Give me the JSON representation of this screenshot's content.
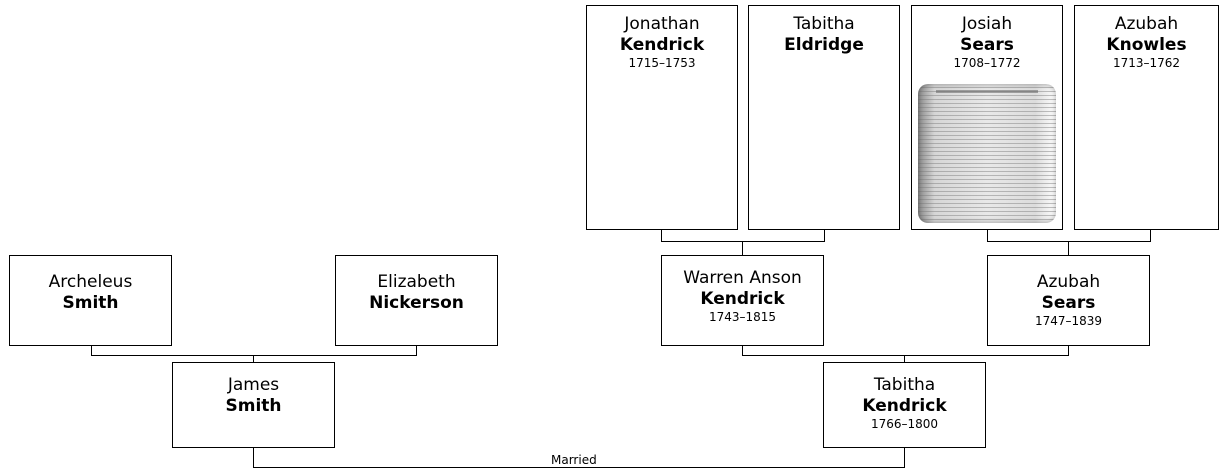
{
  "people": {
    "jonathan_kendrick": {
      "given": "Jonathan",
      "surname": "Kendrick",
      "dates": "1715–1753"
    },
    "tabitha_eldridge": {
      "given": "Tabitha",
      "surname": "Eldridge",
      "dates": ""
    },
    "josiah_sears": {
      "given": "Josiah",
      "surname": "Sears",
      "dates": "1708–1772"
    },
    "azubah_knowles": {
      "given": "Azubah",
      "surname": "Knowles",
      "dates": "1713–1762"
    },
    "archeleus_smith": {
      "given": "Archeleus",
      "surname": "Smith",
      "dates": ""
    },
    "elizabeth_nickerson": {
      "given": "Elizabeth",
      "surname": "Nickerson",
      "dates": ""
    },
    "warren_kendrick": {
      "given": "Warren Anson",
      "surname": "Kendrick",
      "dates": "1743–1815"
    },
    "azubah_sears": {
      "given": "Azubah",
      "surname": "Sears",
      "dates": "1747–1839"
    },
    "james_smith": {
      "given": "James",
      "surname": "Smith",
      "dates": ""
    },
    "tabitha_kendrick": {
      "given": "Tabitha",
      "surname": "Kendrick",
      "dates": "1766–1800"
    }
  },
  "relationship_label": "Married",
  "photos": {
    "josiah_sears": {
      "icon": "document-scan-image"
    }
  }
}
